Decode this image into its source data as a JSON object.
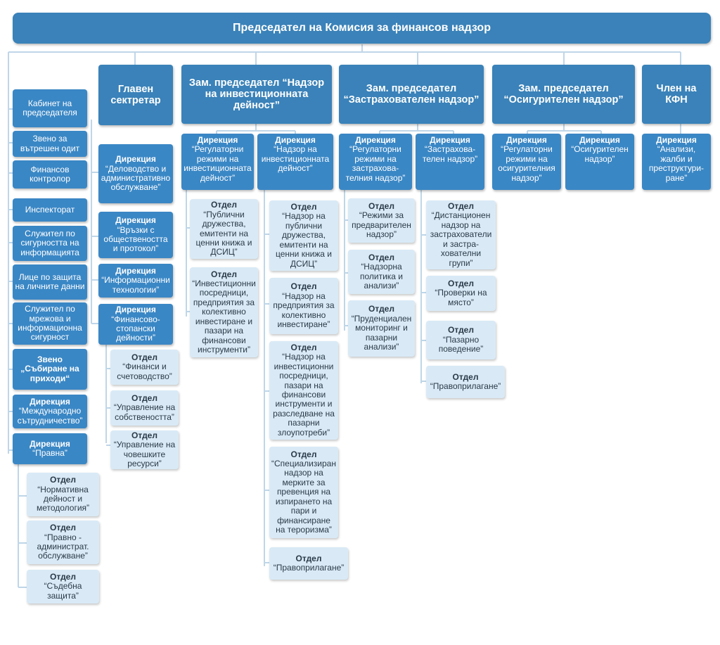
{
  "chairman": "Председател на Комисия за финансов надзор",
  "cabinet": [
    "Кабинет на председателя",
    "Звено за вътрешен одит",
    "Финансов контролор",
    "Инспекторат",
    "Служител по сигурността на информацията",
    "Лице по защита на личните данни",
    "Служител по мрежова и информационна сигурност"
  ],
  "unit_revenue": {
    "title": "Звено",
    "name": "„Събиране на приходи“"
  },
  "dir_international": {
    "title": "Дирекция",
    "name": "“Международно сътрудничество”"
  },
  "dir_legal": {
    "title": "Дирекция",
    "name": "“Правна”"
  },
  "legal_depts": [
    {
      "title": "Отдел",
      "name": "“Нормативна дейност и методология”"
    },
    {
      "title": "Отдел",
      "name": "“Правно - администрат. обслужване”"
    },
    {
      "title": "Отдел",
      "name": "“Съдебна защита”"
    }
  ],
  "heads": {
    "secretary": "Главен сектретар",
    "investment": "Зам. председател “Надзор на инвестиционната дейност”",
    "insurance": "Зам. председател “Застрахователен надзор”",
    "pension": "Зам. председател “Осигурителен надзор”",
    "member": "Член на КФН"
  },
  "secretary_dirs": [
    {
      "title": "Дирекция",
      "name": "“Деловодство и административно обслужване”"
    },
    {
      "title": "Дирекция",
      "name": "“Връзки с обществеността и протокол”"
    },
    {
      "title": "Дирекция",
      "name": "“Информационни технологии”"
    },
    {
      "title": "Дирекция",
      "name": "“Финансово-стопански дейности”"
    }
  ],
  "finance_depts": [
    {
      "title": "Отдел",
      "name": "“Финанси и счетоводство”"
    },
    {
      "title": "Отдел",
      "name": "“Управление на собствеността”"
    },
    {
      "title": "Отдел",
      "name": "“Управление на човешките ресурси”"
    }
  ],
  "inv_dir_reg": {
    "title": "Дирекция",
    "name": "“Регулаторни режими на инвестиционната дейност”"
  },
  "inv_reg_depts": [
    {
      "title": "Отдел",
      "name": "“Публични дружества, емитенти на ценни книжа и ДСИЦ”"
    },
    {
      "title": "Отдел",
      "name": "“Инвестиционни посредници, предприятия за колективно инвестиране и пазари на финансови инструменти”"
    }
  ],
  "inv_dir_sup": {
    "title": "Дирекция",
    "name": "“Надзор на инвестиционната дейност”"
  },
  "inv_sup_depts": [
    {
      "title": "Отдел",
      "name": "“Надзор на публични дружества, емитенти на ценни книжа и ДСИЦ”"
    },
    {
      "title": "Отдел",
      "name": "“Надзор на предприятия за колективно инвестиране”"
    },
    {
      "title": "Отдел",
      "name": "“Надзор на инвестиционни посредници, пазари на финансови инструменти и разследване на пазарни злоупотреби”"
    },
    {
      "title": "Отдел",
      "name": "“Специализиран надзор на мерките за превенция на изпирането на пари и финансиране на тероризма”"
    },
    {
      "title": "Отдел",
      "name": "“Правоприлагане”"
    }
  ],
  "ins_dir_reg": {
    "title": "Дирекция",
    "name": "“Регулаторни режими на застрахова-телния надзор”"
  },
  "ins_reg_depts": [
    {
      "title": "Отдел",
      "name": "“Режими за предварителен надзор”"
    },
    {
      "title": "Отдел",
      "name": "“Надзорна политика и анализи”"
    },
    {
      "title": "Отдел",
      "name": "“Пруденциален мониторинг и пазарни анализи”"
    }
  ],
  "ins_dir_sup": {
    "title": "Дирекция",
    "name": "“Застрахова-телен надзор”"
  },
  "ins_sup_depts": [
    {
      "title": "Отдел",
      "name": "“Дистанционен надзор на застрахователи и застра-ховател­ни групи”"
    },
    {
      "title": "Отдел",
      "name": "“Проверки на място”"
    },
    {
      "title": "Отдел",
      "name": "“Пазарно поведение”"
    },
    {
      "title": "Отдел",
      "name": "“Правоприлагане”"
    }
  ],
  "pen_dir_reg": {
    "title": "Дирекция",
    "name": "“Регулаторни режими на осигурителния надзор”"
  },
  "pen_dir_sup": {
    "title": "Дирекция",
    "name": "“Осигурителен надзор”"
  },
  "member_dir": {
    "title": "Дирекция",
    "name": "“Анализи, жалби и преструктури-ране”"
  }
}
